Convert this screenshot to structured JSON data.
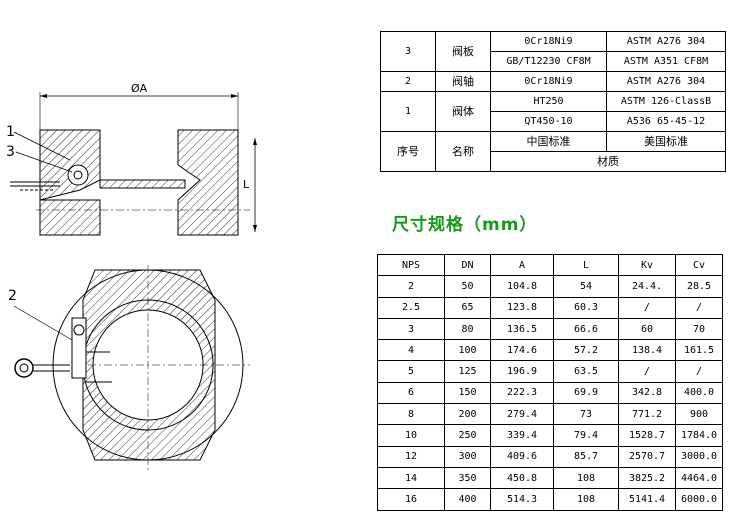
{
  "drawing": {
    "top_dim_label": "ØA",
    "side_dim_label": "L",
    "callouts": [
      "1",
      "3",
      "2"
    ]
  },
  "material_table": {
    "rows": [
      {
        "no": "3",
        "name": "阀板",
        "cn": [
          "0Cr18Ni9",
          "GB/T12230  CF8M"
        ],
        "us": [
          "ASTM A276 304",
          "ASTM A351 CF8M"
        ]
      },
      {
        "no": "2",
        "name": "阀轴",
        "cn": [
          "0Cr18Ni9"
        ],
        "us": [
          "ASTM A276 304"
        ]
      },
      {
        "no": "1",
        "name": "阀体",
        "cn": [
          "HT250",
          "QT450-10"
        ],
        "us": [
          "ASTM 126-ClassB",
          "A536 65-45-12"
        ]
      }
    ],
    "footer": {
      "no": "序号",
      "name": "名称",
      "cn_std": "中国标准",
      "us_std": "美国标准",
      "material": "材质"
    }
  },
  "dimensions_title": "尺寸规格（mm）",
  "dimensions": {
    "headers": [
      "NPS",
      "DN",
      "A",
      "L",
      "Kv",
      "Cv"
    ],
    "rows": [
      [
        "2",
        "50",
        "104.8",
        "54",
        "24.4.",
        "28.5"
      ],
      [
        "2.5",
        "65",
        "123.8",
        "60.3",
        "/",
        "/"
      ],
      [
        "3",
        "80",
        "136.5",
        "66.6",
        "60",
        "70"
      ],
      [
        "4",
        "100",
        "174.6",
        "57.2",
        "138.4",
        "161.5"
      ],
      [
        "5",
        "125",
        "196.9",
        "63.5",
        "/",
        "/"
      ],
      [
        "6",
        "150",
        "222.3",
        "69.9",
        "342.8",
        "400.0"
      ],
      [
        "8",
        "200",
        "279.4",
        "73",
        "771.2",
        "900"
      ],
      [
        "10",
        "250",
        "339.4",
        "79.4",
        "1528.7",
        "1784.0"
      ],
      [
        "12",
        "300",
        "409.6",
        "85.7",
        "2570.7",
        "3000.0"
      ],
      [
        "14",
        "350",
        "450.8",
        "108",
        "3825.2",
        "4464.0"
      ],
      [
        "16",
        "400",
        "514.3",
        "108",
        "5141.4",
        "6000.0"
      ]
    ]
  }
}
